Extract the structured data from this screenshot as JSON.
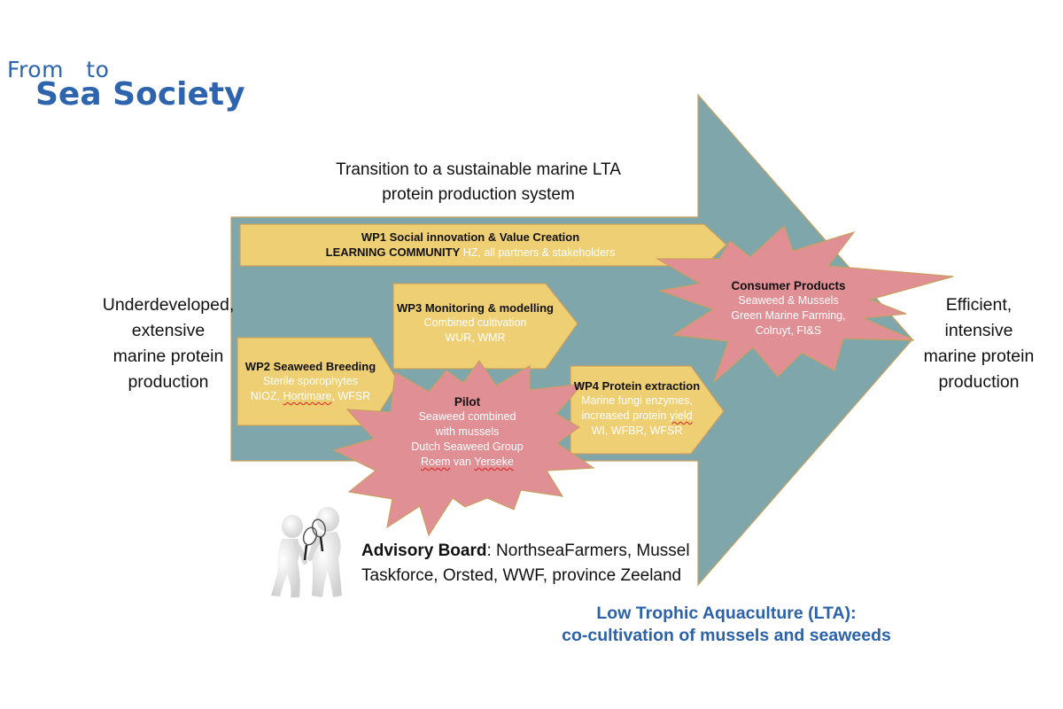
{
  "logo": {
    "line1": "From   to",
    "line2": "Sea Society"
  },
  "header": {
    "transition_line1": "Transition to a sustainable marine LTA",
    "transition_line2": "protein production system"
  },
  "left_label": [
    "Underdeveloped,",
    "extensive",
    "marine protein",
    "production"
  ],
  "right_label": [
    "Efficient,",
    "intensive",
    "marine protein",
    "production"
  ],
  "work_packages": {
    "wp1": {
      "title": "WP1 Social innovation & Value Creation",
      "subtitle_bold": "LEARNING COMMUNITY",
      "subtitle": " HZ, all partners & stakeholders"
    },
    "wp2": {
      "title": "WP2 Seaweed Breeding",
      "line1": "Sterile sporophytes",
      "line2_a": "NIOZ, ",
      "line2_b": "Hortimare",
      "line2_c": ", WFSR"
    },
    "wp3": {
      "title": "WP3 Monitoring & modelling",
      "line1": "Combined cultivation",
      "line2": "WUR, WMR"
    },
    "wp4": {
      "title": "WP4 Protein extraction",
      "line1": "Marine fungi enzymes,",
      "line2_a": "increased protein ",
      "line2_b": "yield",
      "line3": "WI, WFBR, WFSR"
    }
  },
  "stars": {
    "pilot": {
      "title": "Pilot",
      "line1": "Seaweed combined",
      "line2": "with mussels",
      "line3": "Dutch Seaweed Group",
      "line4_a": "Roem",
      "line4_b": " van ",
      "line4_c": "Yerseke"
    },
    "consumer": {
      "title": "Consumer Products",
      "line1": "Seaweed & Mussels",
      "line2": "Green Marine Farming,",
      "line3": "Colruyt, FI&S"
    }
  },
  "advisory": {
    "label": "Advisory Board",
    "text1": ": NorthseaFarmers, Mussel",
    "text2": "Taskforce, Orsted, WWF, province Zeeland"
  },
  "footer": {
    "line1": "Low Trophic Aquaculture (LTA):",
    "line2": "co-cultivation of mussels and seaweeds"
  },
  "colors": {
    "arrow": "#7ea6ab",
    "box": "#efcf74",
    "star": "#e08f94",
    "outline": "#c9a060",
    "brand_blue": "#2e64ad"
  }
}
